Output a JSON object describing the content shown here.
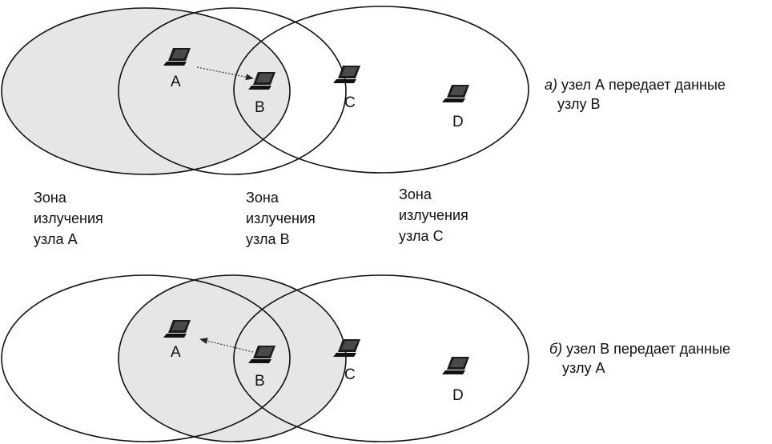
{
  "colors": {
    "zone_fill": "#e6e6e6",
    "outline": "#111111",
    "background": "#ffffff"
  },
  "nodes": {
    "A": "A",
    "B": "B",
    "C": "C",
    "D": "D"
  },
  "icon": "laptop-icon",
  "zone_labels": {
    "a": [
      "Зона",
      "излучения",
      "узла А"
    ],
    "b": [
      "Зона",
      "излучения",
      "узла В"
    ],
    "c": [
      "Зона",
      "излучения",
      "узла С"
    ]
  },
  "captions": {
    "top": {
      "marker": "а)",
      "line1": "узел А передает данные",
      "line2": "узлу В"
    },
    "bottom": {
      "marker": "б)",
      "line1": "узел В передает данные",
      "line2": "узлу А"
    }
  },
  "scenarios": {
    "top": {
      "sender": "A",
      "receiver": "B",
      "shaded_zone": "A"
    },
    "bottom": {
      "sender": "B",
      "receiver": "A",
      "shaded_zone": "B"
    }
  }
}
